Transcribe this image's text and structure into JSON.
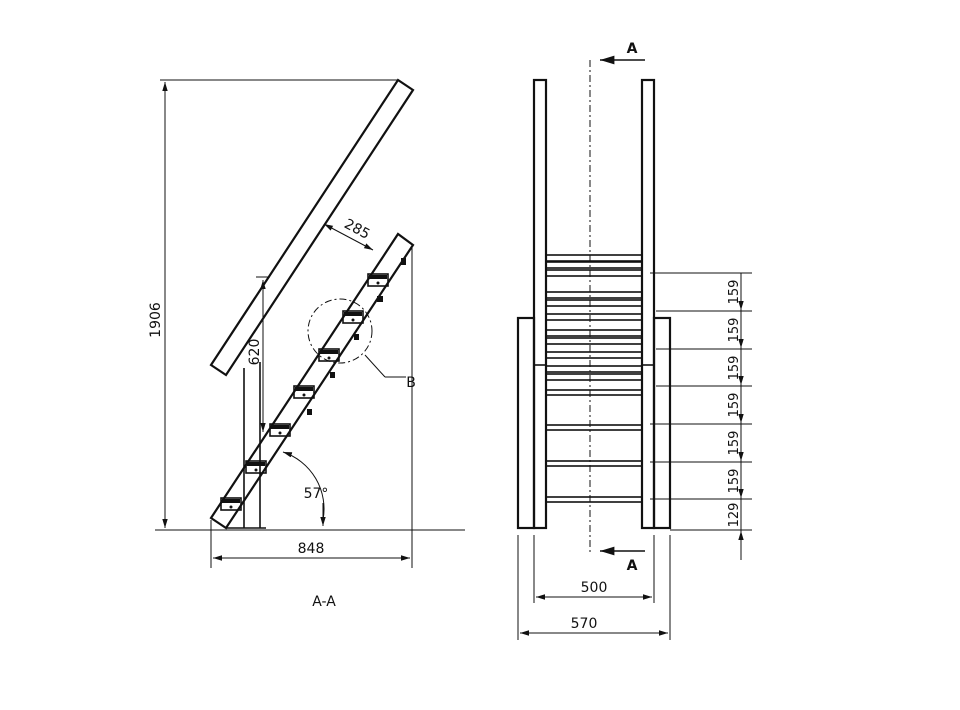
{
  "side_view": {
    "height_dim": "1906",
    "width_dim": "848",
    "rail_offset_dim": "285",
    "rail_post_dim": "620",
    "angle_dim": "57°",
    "detail_label": "B",
    "caption": "A-A"
  },
  "front_view": {
    "section_label_top": "A",
    "section_label_bottom": "A",
    "inner_width_dim": "500",
    "outer_width_dim": "570",
    "step_spacings": [
      "159",
      "159",
      "159",
      "159",
      "159",
      "159",
      "129"
    ]
  }
}
